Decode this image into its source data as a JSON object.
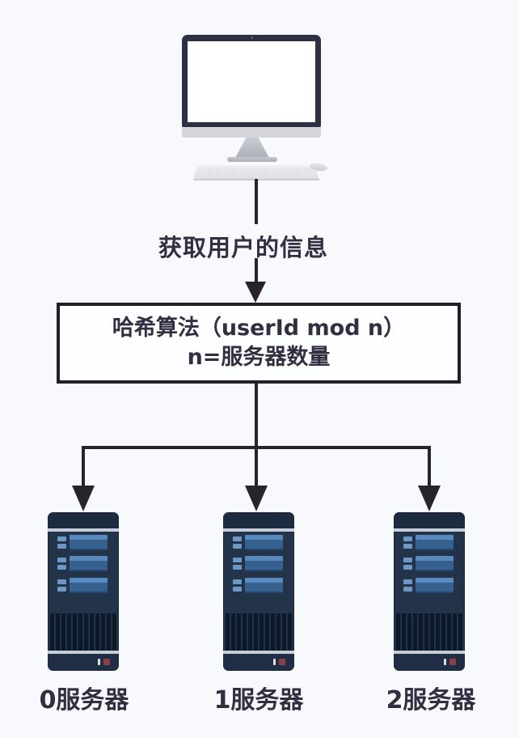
{
  "diagram": {
    "client": {
      "type": "desktop-computer"
    },
    "flow_label": "获取用户的信息",
    "algo_box": {
      "line1": "哈希算法（userId mod n）",
      "line2": "n=服务器数量"
    },
    "servers": [
      {
        "label": "0服务器"
      },
      {
        "label": "1服务器"
      },
      {
        "label": "2服务器"
      }
    ]
  },
  "colors": {
    "bg": "#f7f9fc",
    "line": "#28242e",
    "text": "#332e41",
    "box-border": "#201e29",
    "box-bg": "#fdfeff",
    "server-body": "#233349",
    "server-cap": "#1d2b41",
    "server-stripe": "#c7cdd6",
    "vent": "#0c1929",
    "vent-line": "#203149",
    "bay-bar": "#36618f",
    "bay-bar-top": "#598abf",
    "bay-tab": "#6f97c4",
    "led-white": "#d9dde2",
    "led-red": "#8a4046",
    "monitor-frame": "#2d3040",
    "monitor-chin": "#d3d5db",
    "stand": "#b9bcc4",
    "keyboard": "#e6e8ed",
    "screen": "#ffffff"
  }
}
